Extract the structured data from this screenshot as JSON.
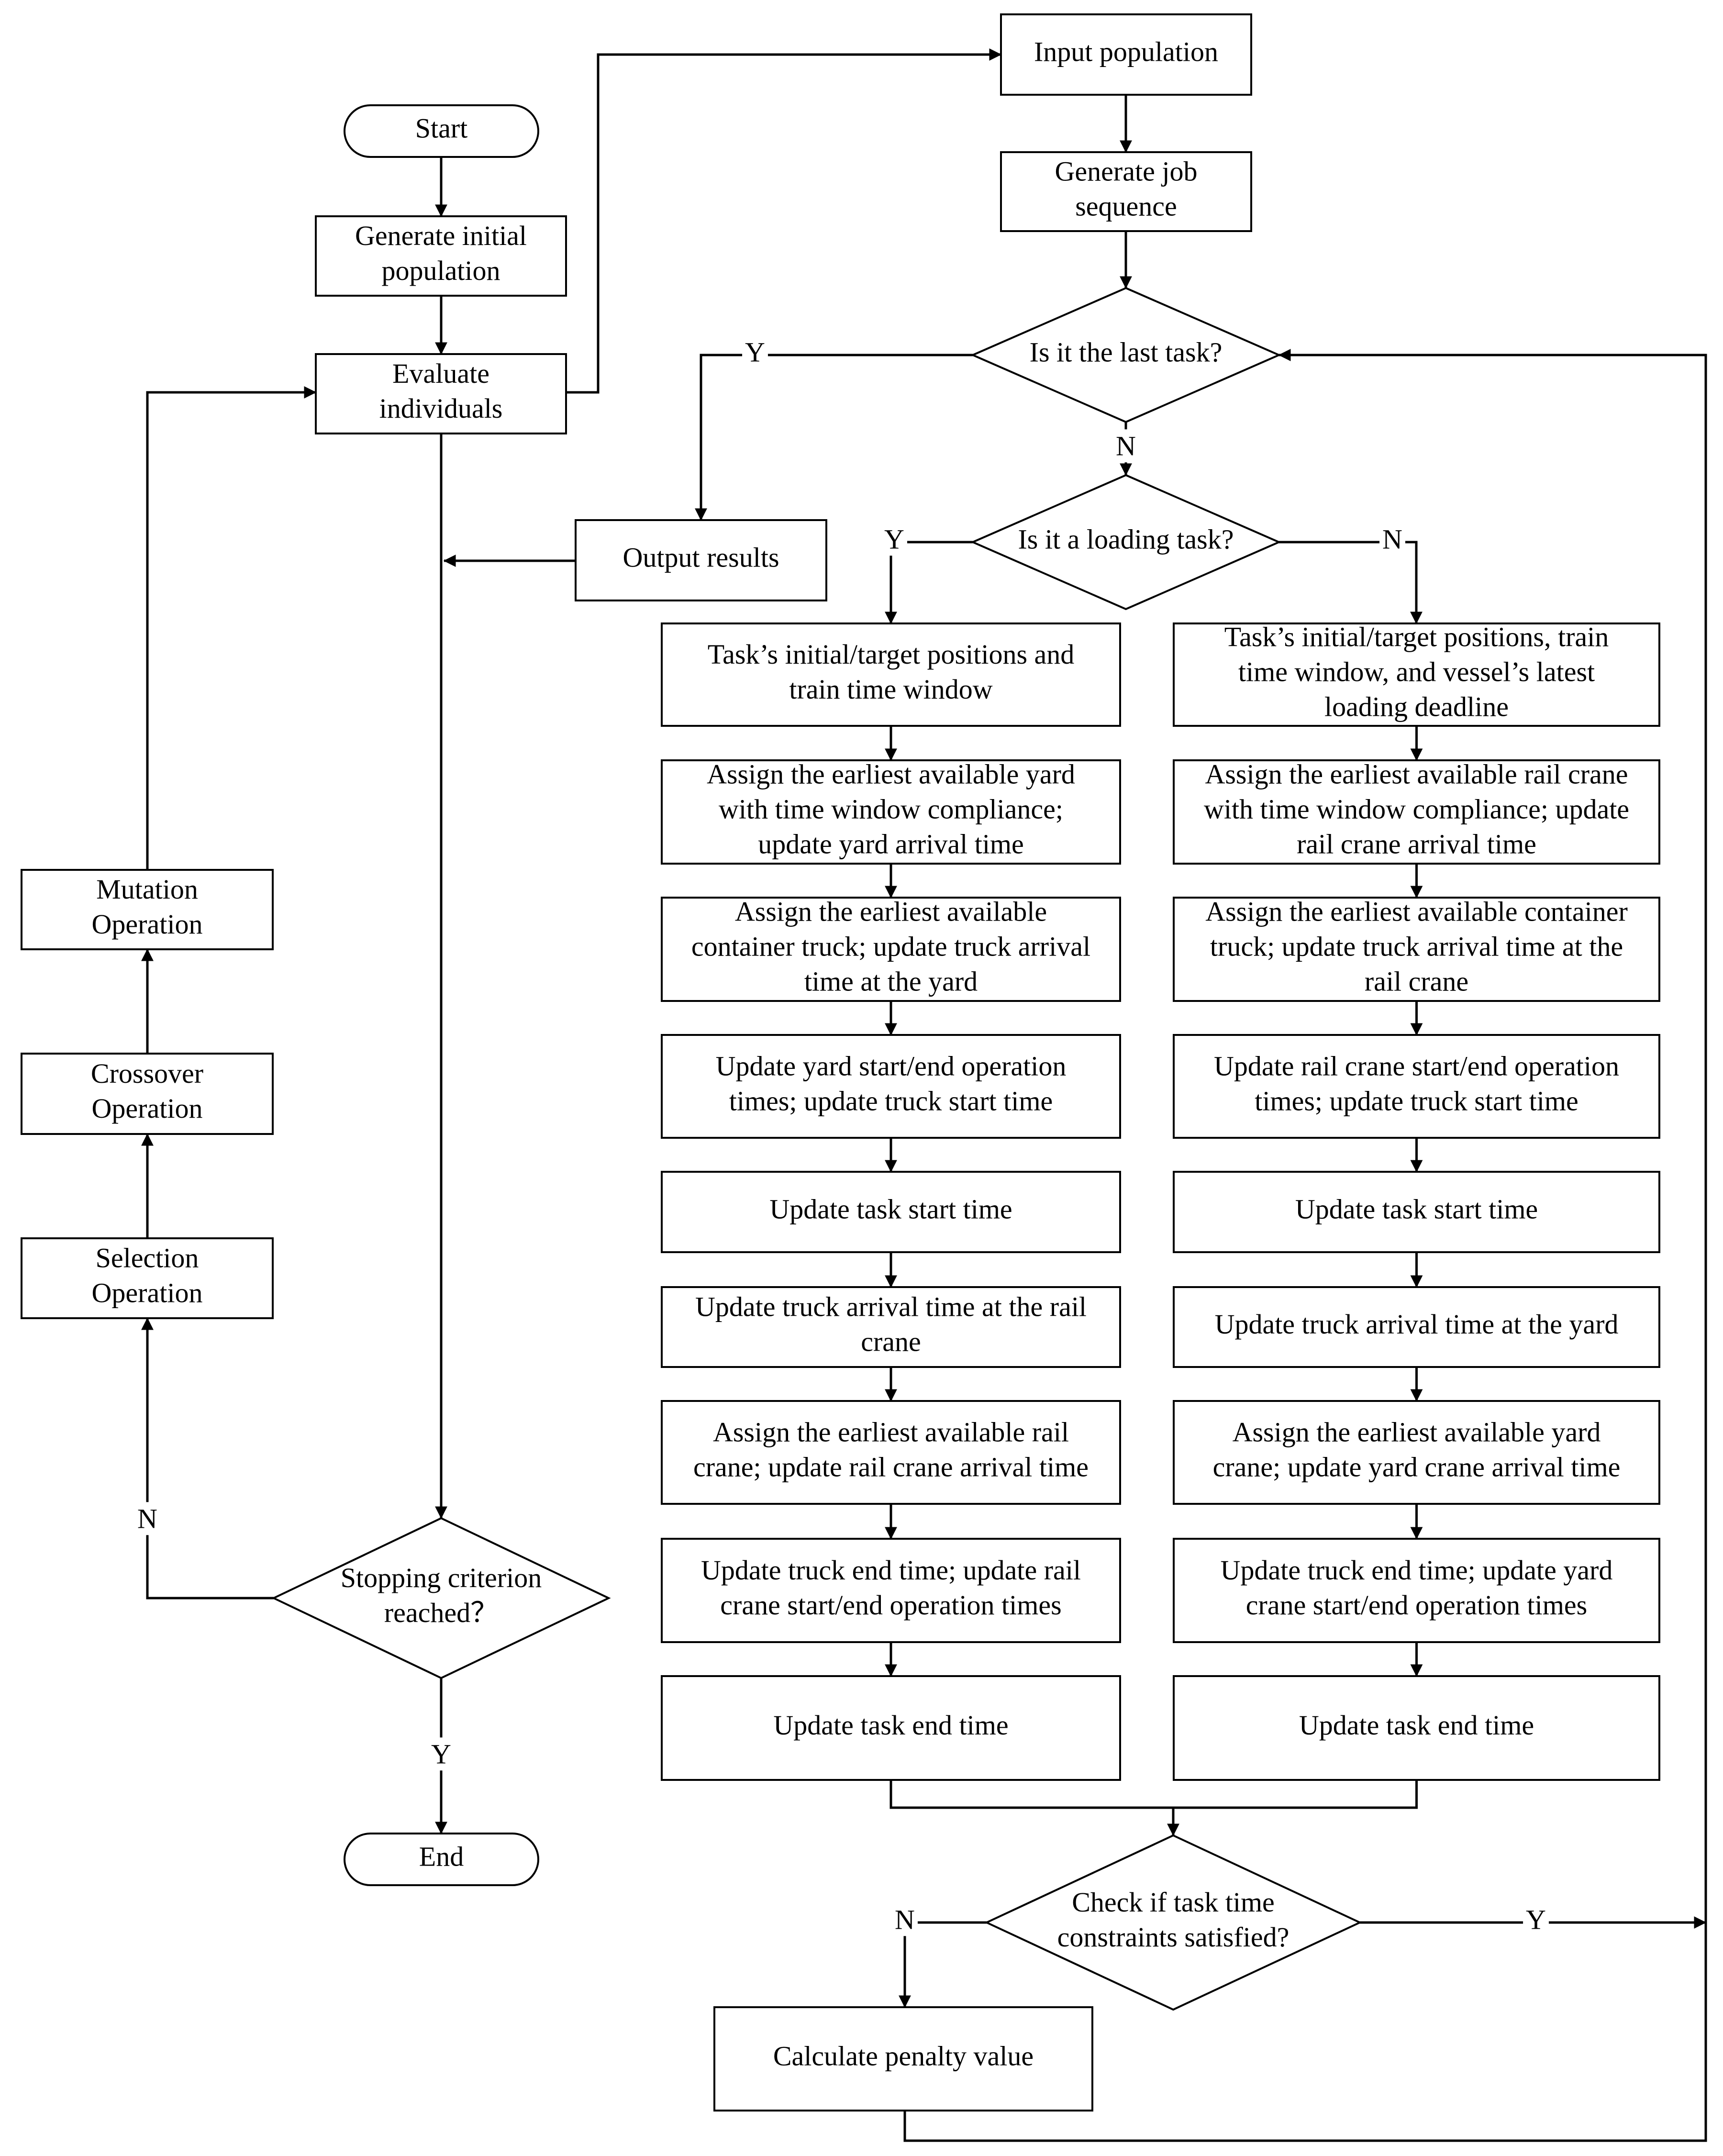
{
  "nodes": {
    "start": "Start",
    "gen_init": [
      "Generate initial",
      "population"
    ],
    "evaluate": [
      "Evaluate",
      "individuals"
    ],
    "mutation": [
      "Mutation",
      "Operation"
    ],
    "crossover": [
      "Crossover",
      "Operation"
    ],
    "selection": [
      "Selection",
      "Operation"
    ],
    "stopping": [
      "Stopping criterion",
      "reached？"
    ],
    "end": "End",
    "input_pop": "Input population",
    "gen_job": [
      "Generate job",
      "sequence"
    ],
    "last_task": "Is it the last task?",
    "output": "Output results",
    "loading_task": "Is it a loading task?",
    "left_steps": [
      [
        "Task’s initial/target positions and",
        "train time window"
      ],
      [
        "Assign the earliest available yard",
        "with time window compliance;",
        "update yard arrival time"
      ],
      [
        "Assign the earliest available",
        "container truck; update truck arrival",
        "time at the yard"
      ],
      [
        "Update yard start/end operation",
        "times; update truck start time"
      ],
      [
        "Update task start time"
      ],
      [
        "Update truck arrival time at the rail",
        "crane"
      ],
      [
        "Assign the earliest available rail",
        "crane; update rail crane arrival time"
      ],
      [
        "Update truck end time; update rail",
        "crane start/end operation times"
      ],
      [
        "Update task end time"
      ]
    ],
    "right_steps": [
      [
        "Task’s initial/target positions, train",
        "time window, and vessel’s latest",
        "loading deadline"
      ],
      [
        "Assign the earliest available rail crane",
        "with time window compliance; update",
        "rail crane arrival time"
      ],
      [
        "Assign the earliest available container",
        "truck; update truck arrival time at the",
        "rail crane"
      ],
      [
        "Update rail crane start/end operation",
        "times; update truck start time"
      ],
      [
        "Update task start time"
      ],
      [
        "Update truck arrival time at the yard"
      ],
      [
        "Assign the earliest available yard",
        "crane; update yard crane arrival time"
      ],
      [
        "Update truck end time; update yard",
        "crane start/end operation times"
      ],
      [
        "Update task end time"
      ]
    ],
    "check": [
      "Check if task time",
      "constraints satisfied?"
    ],
    "penalty": "Calculate penalty value"
  },
  "labels": {
    "yes": "Y",
    "no": "N"
  }
}
